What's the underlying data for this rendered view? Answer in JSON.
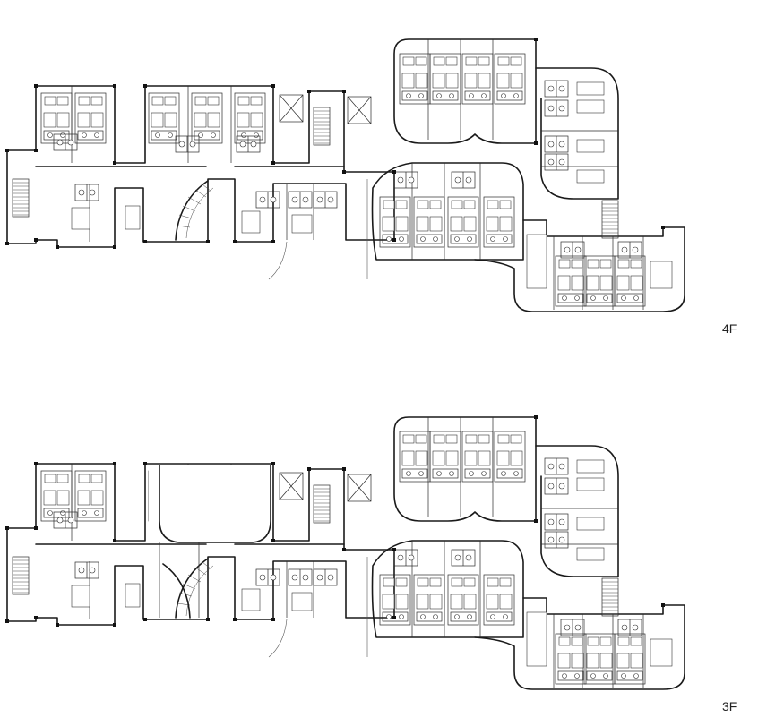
{
  "floors": [
    {
      "id": "4F",
      "label": "4F"
    },
    {
      "id": "3F",
      "label": "3F"
    }
  ]
}
